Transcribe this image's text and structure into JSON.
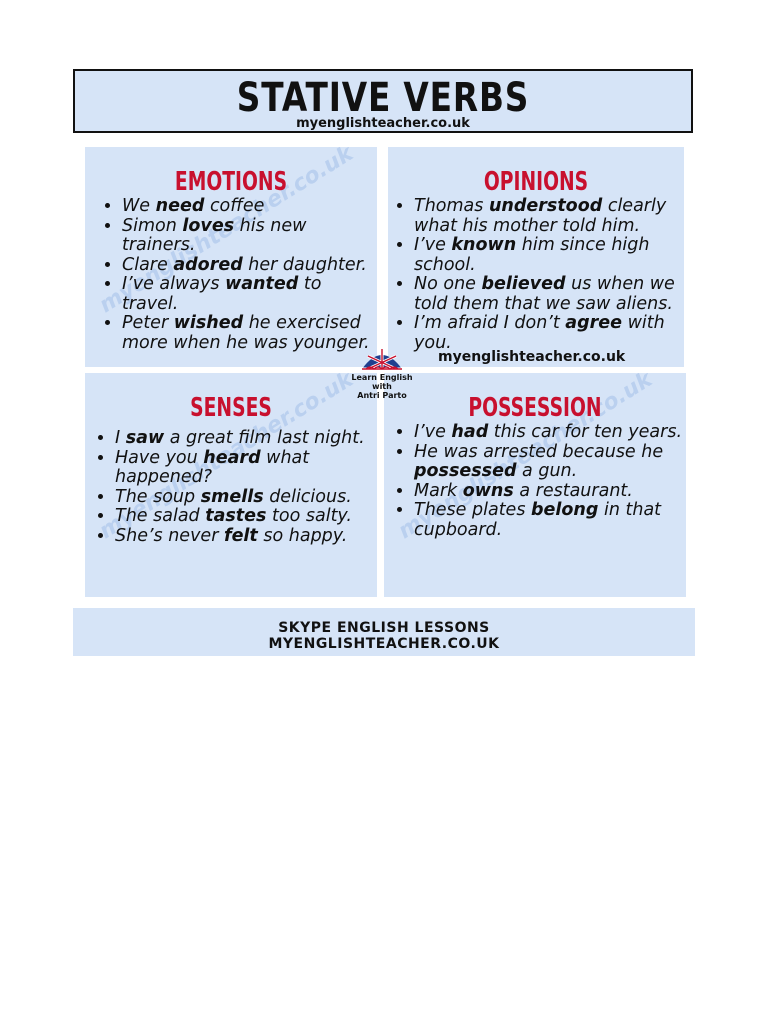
{
  "title": {
    "main": "STATIVE VERBS",
    "site": "myenglishteacher.co.uk"
  },
  "panels": [
    {
      "heading": "EMOTIONS",
      "watermark": "myenglishteacher.co.uk",
      "items": [
        [
          [
            " We ",
            false
          ],
          [
            "need",
            true
          ],
          [
            " coffee",
            false
          ]
        ],
        [
          [
            "Simon ",
            false
          ],
          [
            "loves",
            true
          ],
          [
            " his new trainers.",
            false
          ]
        ],
        [
          [
            "Clare ",
            false
          ],
          [
            "adored",
            true
          ],
          [
            " her daughter.",
            false
          ]
        ],
        [
          [
            "I’ve always ",
            false
          ],
          [
            "wanted",
            true
          ],
          [
            " to travel.",
            false
          ]
        ],
        [
          [
            "Peter ",
            false
          ],
          [
            "wished",
            true
          ],
          [
            " he exercised more when he was younger.",
            false
          ]
        ]
      ]
    },
    {
      "heading": "OPINIONS",
      "watermark": "",
      "items": [
        [
          [
            "Thomas ",
            false
          ],
          [
            "understood",
            true
          ],
          [
            " clearly what his mother told him.",
            false
          ]
        ],
        [
          [
            "I’ve ",
            false
          ],
          [
            "known",
            true
          ],
          [
            " him since high school.",
            false
          ]
        ],
        [
          [
            "No one ",
            false
          ],
          [
            "believed",
            true
          ],
          [
            " us when we told them that we saw aliens.",
            false
          ]
        ],
        [
          [
            "I’m afraid I don’t ",
            false
          ],
          [
            "agree",
            true
          ],
          [
            " with you.",
            false
          ]
        ]
      ]
    },
    {
      "heading": "SENSES",
      "watermark": "myenglishteacher.co.uk",
      "items": [
        [
          [
            " I ",
            false
          ],
          [
            "saw",
            true
          ],
          [
            " a great film last night.",
            false
          ]
        ],
        [
          [
            "Have you ",
            false
          ],
          [
            "heard",
            true
          ],
          [
            " what happened?",
            false
          ]
        ],
        [
          [
            "The soup ",
            false
          ],
          [
            "smells",
            true
          ],
          [
            " delicious.",
            false
          ]
        ],
        [
          [
            "The salad ",
            false
          ],
          [
            "tastes",
            true
          ],
          [
            " too salty.",
            false
          ]
        ],
        [
          [
            "She’s never ",
            false
          ],
          [
            "felt",
            true
          ],
          [
            " so happy.",
            false
          ]
        ]
      ]
    },
    {
      "heading": "POSSESSION",
      "watermark": "myenglishteacher.co.uk",
      "items": [
        [
          [
            "I’ve ",
            false
          ],
          [
            "had",
            true
          ],
          [
            " this car for ten years.",
            false
          ]
        ],
        [
          [
            "He was arrested because he ",
            false
          ],
          [
            "possessed",
            true
          ],
          [
            " a gun.",
            false
          ]
        ],
        [
          [
            "Mark ",
            false
          ],
          [
            "owns",
            true
          ],
          [
            " a restaurant.",
            false
          ]
        ],
        [
          [
            "These plates ",
            false
          ],
          [
            "belong",
            true
          ],
          [
            " in that cupboard.",
            false
          ]
        ]
      ]
    }
  ],
  "mid_site": "myenglishteacher.co.uk",
  "logo": {
    "line1": "Learn English",
    "line2": "with",
    "line3": "Antri Parto",
    "icon": "umbrella-flag-logo"
  },
  "footer": {
    "line1": "SKYPE ENGLISH LESSONS",
    "line2": "MYENGLISHTEACHER.CO.UK"
  },
  "colors": {
    "panel_bg": "#d6e4f7",
    "heading_red": "#c8102e",
    "watermark": "#9ab8e6"
  }
}
